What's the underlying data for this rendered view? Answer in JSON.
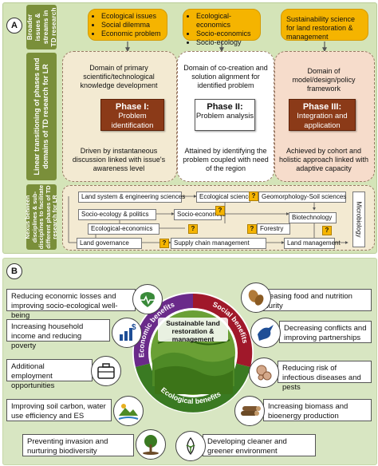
{
  "panel_a": {
    "label": "A",
    "side_labels": {
      "top": "Broader issues & streams in TD research",
      "middle": "Linear transitioning of phases and domains of TD research for LR",
      "bottom": "Nexus between disciplines & sub-disciplines to facilitate different phases of TD research for LR"
    },
    "issues": [
      [
        "Ecological issues",
        "Social dilemma",
        "Economic problem"
      ],
      [
        "Ecological-economics",
        "Socio-economics",
        "Socio-ecology"
      ],
      [
        "Sustainability science for land restoration & management"
      ]
    ],
    "domains": [
      "Domain of primary scientific/technological knowledge development",
      "Domain of co-creation and solution alignment for identified problem",
      "Domain of model/design/policy framework"
    ],
    "phases": [
      {
        "title": "Phase I:",
        "text": "Problem identification"
      },
      {
        "title": "Phase II:",
        "text": "Problem analysis"
      },
      {
        "title": "Phase III:",
        "text": "Integration and application"
      }
    ],
    "drivers": [
      "Driven by instantaneous discussion linked with issue's awareness level",
      "Attained by identifying the problem coupled with need of the region",
      "Achieved by cohort and holistic approach linked with adaptive capacity"
    ],
    "nexus": {
      "land_system": "Land system & engineering sciences",
      "ecological_sciences": "Ecological sciences",
      "geomorphology": "Geomorphology-Soil sciences",
      "socio_ecology_politics": "Socio-ecology & politics",
      "socio_economics": "Socio-economics",
      "biotechnology": "Biotechnology",
      "ecological_economics": "Ecological-economics",
      "forestry": "Forestry",
      "land_governance": "Land governance",
      "supply_chain": "Supply chain management",
      "land_management": "Land management",
      "microbiology": "Microbiology",
      "question_mark": "?"
    }
  },
  "panel_b": {
    "label": "B",
    "center": "Sustainable land restoration & management",
    "ring_labels": {
      "economic": "Economic benefits",
      "social": "Social benefits",
      "ecological": "Ecological benefits"
    },
    "left_benefits": [
      "Reducing economic losses and improving socio-ecological well-being",
      "Increasing household income and reducing poverty",
      "Additional employment opportunities",
      "Improving soil carbon, water use efficiency and ES",
      "Preventing invasion and nurturing biodiversity"
    ],
    "right_benefits": [
      "Increasing food and nutrition security",
      "Decreasing conflicts and improving partnerships",
      "Reducing risk of infectious diseases and pests",
      "Increasing biomass and bioenergy production",
      "Developing cleaner and greener environment"
    ],
    "colors": {
      "economic": "#6a2a8a",
      "social": "#a0182a",
      "ecological": "#3a7a22"
    }
  }
}
